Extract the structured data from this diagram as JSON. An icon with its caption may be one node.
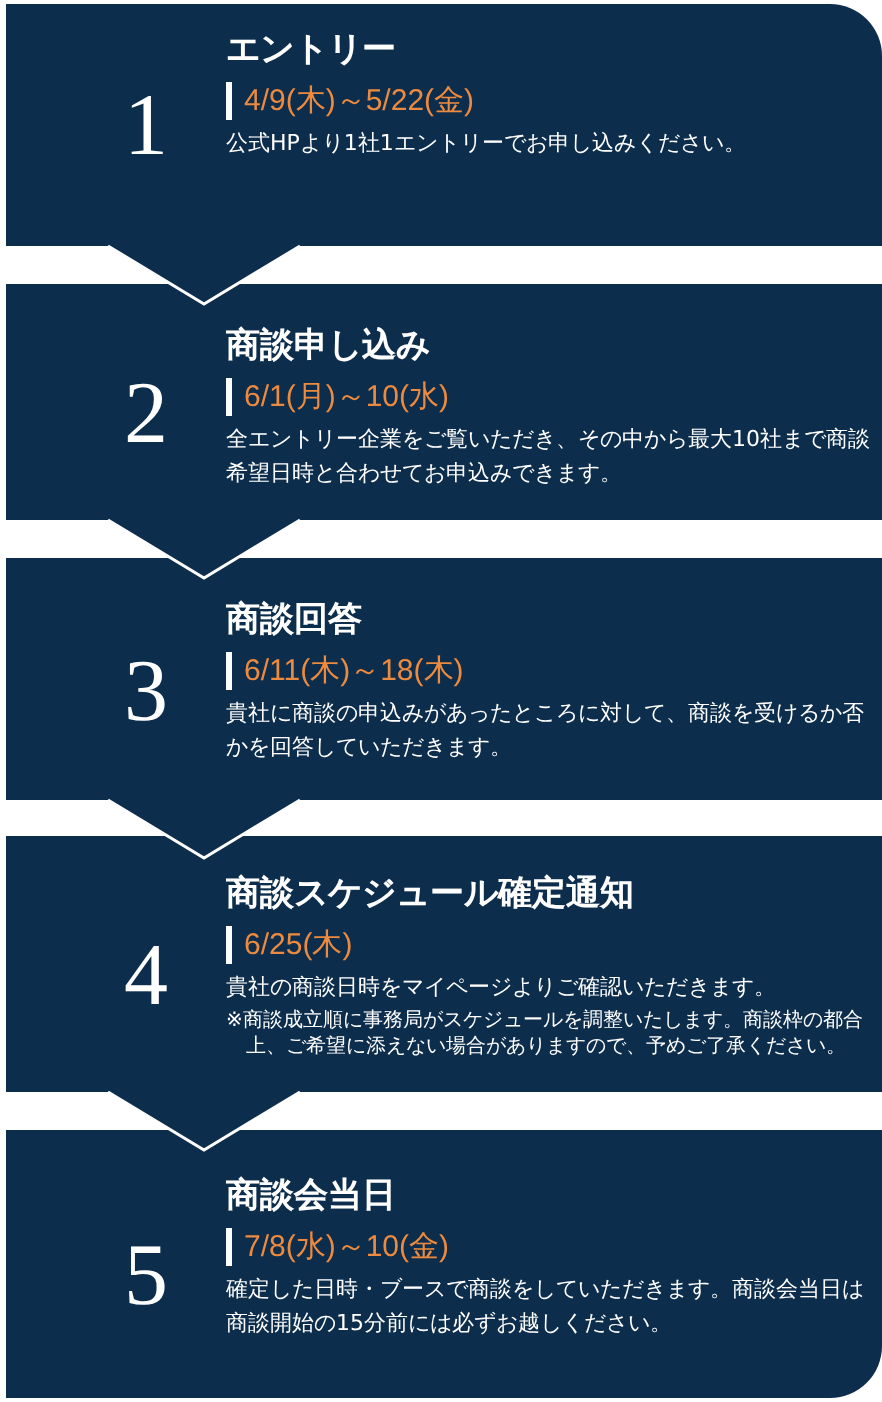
{
  "diagram": {
    "nodes": [
      {
        "text": [
          "1",
          "エントリー",
          "4/9(木)～5/22(金)",
          "公式HPより1社1エントリーでお申し込みください。"
        ]
      },
      {
        "text": [
          "2",
          "商談申し込み",
          "6/1(月)～10(水)",
          "全エントリー企業をご覧いただき、その中から最大10社まで商談希望日時と合わせてお申込みできます。"
        ]
      },
      {
        "text": [
          "3",
          "商談回答",
          "6/11(木)～18(木)",
          "貴社に商談の申込みがあったところに対して、商談を受けるか否かを回答していただきます。"
        ]
      },
      {
        "text": [
          "4",
          "商談スケジュール確定通知",
          "6/25(木)",
          "貴社の商談日時をマイページよりご確認いただきます。",
          "※商談成立順に事務局がスケジュールを調整いたします。商談枠の都合上、ご希望に添えない場合がありますので、予めご了承ください。"
        ]
      },
      {
        "text": [
          "5",
          "商談会当日",
          "7/8(水)～10(金)",
          "確定した日時・ブースで商談をしていただきます。商談会当日は商談開始の15分前には必ずお越しください。"
        ]
      }
    ],
    "edges": [
      {
        "from": 0,
        "to": 1,
        "arrow": "to"
      },
      {
        "from": 1,
        "to": 2,
        "arrow": "to"
      },
      {
        "from": 2,
        "to": 3,
        "arrow": "to"
      },
      {
        "from": 3,
        "to": 4,
        "arrow": "to"
      }
    ]
  }
}
